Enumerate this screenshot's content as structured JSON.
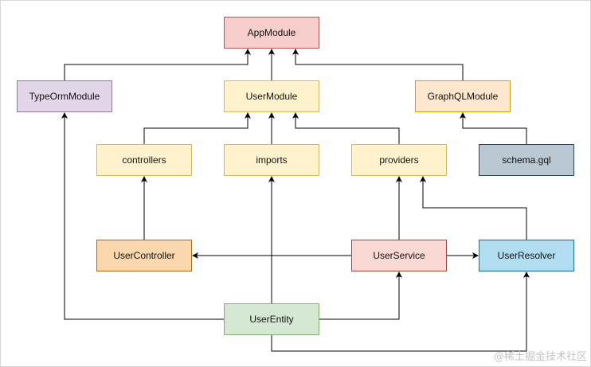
{
  "nodes": {
    "app": "AppModule",
    "typeorm": "TypeOrmModule",
    "user": "UserModule",
    "graphql": "GraphQLModule",
    "controllers": "controllers",
    "imports": "imports",
    "providers": "providers",
    "schema": "schema.gql",
    "user_controller": "UserController",
    "user_service": "UserService",
    "user_resolver": "UserResolver",
    "user_entity": "UserEntity"
  },
  "edges": [
    {
      "from": "TypeOrmModule",
      "to": "AppModule"
    },
    {
      "from": "UserModule",
      "to": "AppModule"
    },
    {
      "from": "GraphQLModule",
      "to": "AppModule"
    },
    {
      "from": "controllers",
      "to": "UserModule"
    },
    {
      "from": "imports",
      "to": "UserModule"
    },
    {
      "from": "providers",
      "to": "UserModule"
    },
    {
      "from": "schema.gql",
      "to": "GraphQLModule"
    },
    {
      "from": "UserController",
      "to": "controllers"
    },
    {
      "from": "UserService",
      "to": "providers"
    },
    {
      "from": "UserService",
      "to": "UserController"
    },
    {
      "from": "UserService",
      "to": "UserResolver"
    },
    {
      "from": "UserResolver",
      "to": "providers"
    },
    {
      "from": "UserEntity",
      "to": "imports"
    },
    {
      "from": "UserEntity",
      "to": "TypeOrmModule"
    },
    {
      "from": "UserEntity",
      "to": "UserService"
    },
    {
      "from": "UserEntity",
      "to": "UserResolver"
    }
  ],
  "colors": {
    "app": "#f8cecc",
    "typeorm": "#e1d5e7",
    "module": "#fff2cc",
    "graphql": "#ffe6cc",
    "schema": "#bac8d3",
    "user_controller": "#fad7ac",
    "user_service": "#fad9d5",
    "user_resolver": "#b1ddf0",
    "user_entity": "#d5e8d4",
    "edge": "#000000"
  },
  "watermark": "@稀土掘金技术社区"
}
